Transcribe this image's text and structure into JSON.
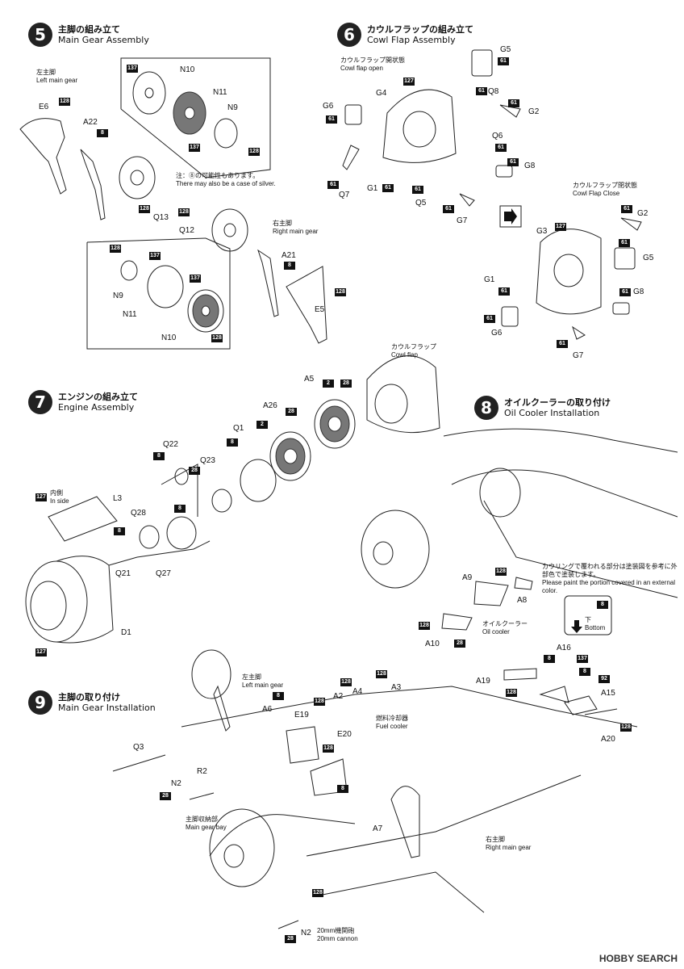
{
  "steps": {
    "s5": {
      "num": "5",
      "jp": "主脚の組み立て",
      "en": "Main Gear Assembly"
    },
    "s6": {
      "num": "6",
      "jp": "カウルフラップの組み立て",
      "en": "Cowl Flap Assembly"
    },
    "s7": {
      "num": "7",
      "jp": "エンジンの組み立て",
      "en": "Engine Assembly"
    },
    "s8": {
      "num": "8",
      "jp": "オイルクーラーの取り付け",
      "en": "Oil Cooler Installation"
    },
    "s9": {
      "num": "9",
      "jp": "主脚の取り付け",
      "en": "Main Gear Installation"
    }
  },
  "captions": {
    "left_main_gear_jp": "左主脚",
    "left_main_gear_en": "Left main gear",
    "right_main_gear_jp": "右主脚",
    "right_main_gear_en": "Right main gear",
    "silver_jp": "注：⑧の可能性もあります。",
    "silver_en": "There may also be a case of silver.",
    "cowl_open_jp": "カウルフラップ開状態",
    "cowl_open_en": "Cowl flap open",
    "cowl_close_jp": "カウルフラップ閉状態",
    "cowl_close_en": "Cowl Flap Close",
    "cowl_flap_jp": "カウルフラップ",
    "cowl_flap_en": "Cowl flap",
    "inside_jp": "内側",
    "inside_en": "In side",
    "paint_jp": "カウリングで覆われる部分は塗装図を参考に外部色で塗装します。",
    "paint_en": "Please paint the portion covered in an external color.",
    "bottom_jp": "下",
    "bottom_en": "Bottom",
    "oil_cooler_jp": "オイルクーラー",
    "oil_cooler_en": "Oil cooler",
    "fuel_cooler_jp": "燃料冷却器",
    "fuel_cooler_en": "Fuel cooler",
    "gear_bay_jp": "主脚収納部",
    "gear_bay_en": "Main gear bay",
    "cannon_jp": "20mm機関砲",
    "cannon_en": "20mm cannon"
  },
  "parts": {
    "e6": "E6",
    "a22": "A22",
    "q13": "Q13",
    "q12": "Q12",
    "n10a": "N10",
    "n11a": "N11",
    "n9a": "N9",
    "n9b": "N9",
    "n11b": "N11",
    "n10b": "N10",
    "a21": "A21",
    "e5": "E5",
    "g5a": "G5",
    "g4": "G4",
    "q8": "Q8",
    "g2a": "G2",
    "g6a": "G6",
    "q6": "Q6",
    "g8a": "G8",
    "q7": "Q7",
    "g1a": "G1",
    "q5": "Q5",
    "g7a": "G7",
    "g3": "G3",
    "g2b": "G2",
    "g5b": "G5",
    "g1b": "G1",
    "g8b": "G8",
    "g6b": "G6",
    "g7b": "G7",
    "a5": "A5",
    "a26": "A26",
    "q1": "Q1",
    "q22": "Q22",
    "q23": "Q23",
    "l3": "L3",
    "q28": "Q28",
    "q21": "Q21",
    "q27": "Q27",
    "d1": "D1",
    "a9": "A9",
    "a8": "A8",
    "a10": "A10",
    "q3": "Q3",
    "r2": "R2",
    "n2a": "N2",
    "a6": "A6",
    "e19": "E19",
    "e20": "E20",
    "a2": "A2",
    "a4": "A4",
    "a3": "A3",
    "a7": "A7",
    "n2b": "N2",
    "a16": "A16",
    "a19": "A19",
    "a15": "A15",
    "a20": "A20"
  },
  "tags": {
    "t137": "137",
    "t128": "128",
    "t8": "8",
    "t61": "61",
    "t127": "127",
    "t2": "2",
    "t28": "28",
    "t92": "92"
  },
  "watermark": "HOBBY SEARCH"
}
